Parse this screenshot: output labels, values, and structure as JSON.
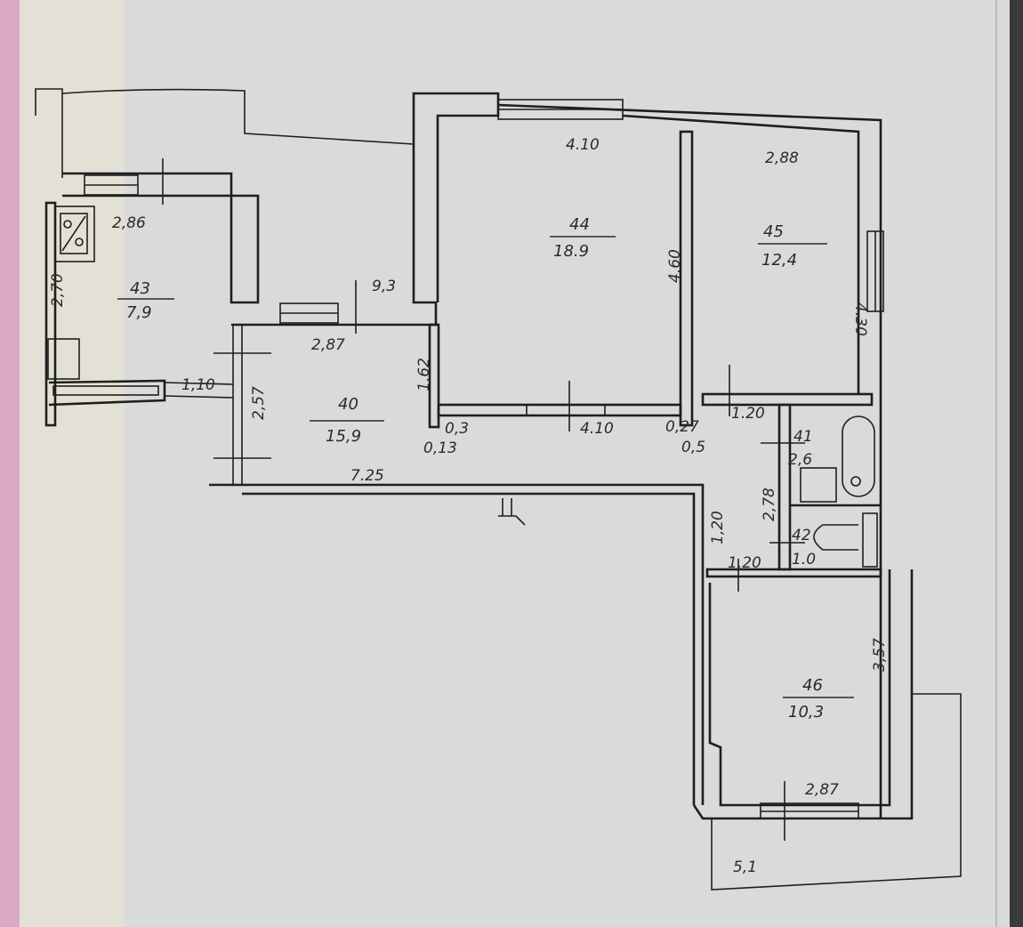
{
  "rooms": [
    {
      "number": "43",
      "area": "7,9"
    },
    {
      "number": "40",
      "area": "15,9"
    },
    {
      "number": "44",
      "area": "18.9"
    },
    {
      "number": "45",
      "area": "12,4"
    },
    {
      "number": "41",
      "area": "2,6"
    },
    {
      "number": "42",
      "area": "1.0"
    },
    {
      "number": "46",
      "area": "10,3"
    }
  ],
  "dimensions": {
    "d_410_top": "4.10",
    "d_288": "2,88",
    "d_460": "4.60",
    "d_430": "4.30",
    "d_286": "2,86",
    "d_270": "2,70",
    "d_93": "9,3",
    "d_287_hall": "2,87",
    "d_162": "1,62",
    "d_110": "1,10",
    "d_257": "2,57",
    "d_03": "0,3",
    "d_013": "0,13",
    "d_410_corr": "4.10",
    "d_027": "0,27",
    "d_05": "0,5",
    "d_120_a": "1.20",
    "d_278": "2,78",
    "d_725": "7.25",
    "d_120_b": "1,20",
    "d_120_c": "1,20",
    "d_357": "3,57",
    "d_287_bottom": "2,87",
    "d_51": "5,1"
  },
  "colors": {
    "paper": "#d9dbda",
    "ink": "#1e1e1e",
    "margin_band": "#e3e0d6",
    "security_pink": "#d9a9c6"
  }
}
